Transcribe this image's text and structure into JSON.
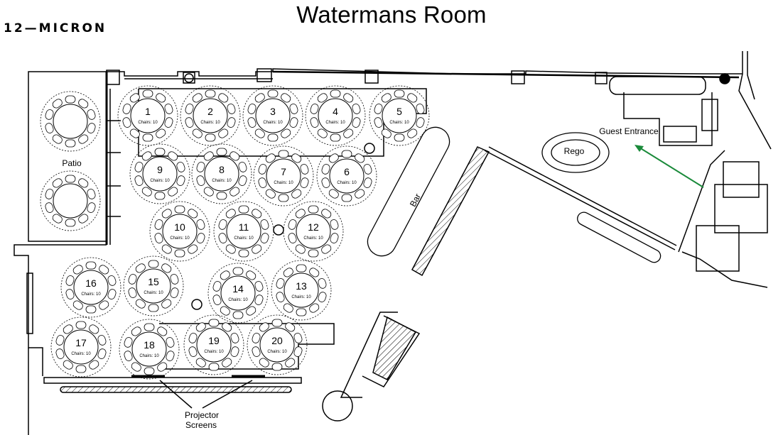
{
  "header": {
    "title": "Watermans Room",
    "brand": "12—MICRON"
  },
  "labels": {
    "patio": "Patio",
    "bar": "Bar",
    "rego": "Rego",
    "guest_entrance": "Guest Entrance",
    "projector_line1": "Projector",
    "projector_line2": "Screens"
  },
  "colors": {
    "line": "#000000",
    "arrow": "#1a8a3a"
  },
  "tables": [
    {
      "number": "1",
      "chairs_label": "Chairs: 10"
    },
    {
      "number": "2",
      "chairs_label": "Chairs: 10"
    },
    {
      "number": "3",
      "chairs_label": "Chairs: 10"
    },
    {
      "number": "4",
      "chairs_label": "Chairs: 10"
    },
    {
      "number": "5",
      "chairs_label": "Chairs: 10"
    },
    {
      "number": "6",
      "chairs_label": "Chairs: 10"
    },
    {
      "number": "7",
      "chairs_label": "Chairs: 10"
    },
    {
      "number": "8",
      "chairs_label": "Chairs: 10"
    },
    {
      "number": "9",
      "chairs_label": "Chairs: 10"
    },
    {
      "number": "10",
      "chairs_label": "Chairs: 10"
    },
    {
      "number": "11",
      "chairs_label": "Chairs: 10"
    },
    {
      "number": "12",
      "chairs_label": "Chairs: 10"
    },
    {
      "number": "13",
      "chairs_label": "Chairs: 10"
    },
    {
      "number": "14",
      "chairs_label": "Chairs: 10"
    },
    {
      "number": "15",
      "chairs_label": "Chairs: 10"
    },
    {
      "number": "16",
      "chairs_label": "Chairs: 10"
    },
    {
      "number": "17",
      "chairs_label": "Chairs: 10"
    },
    {
      "number": "18",
      "chairs_label": "Chairs: 10"
    },
    {
      "number": "19",
      "chairs_label": "Chairs: 10"
    },
    {
      "number": "20",
      "chairs_label": "Chairs: 10"
    }
  ]
}
